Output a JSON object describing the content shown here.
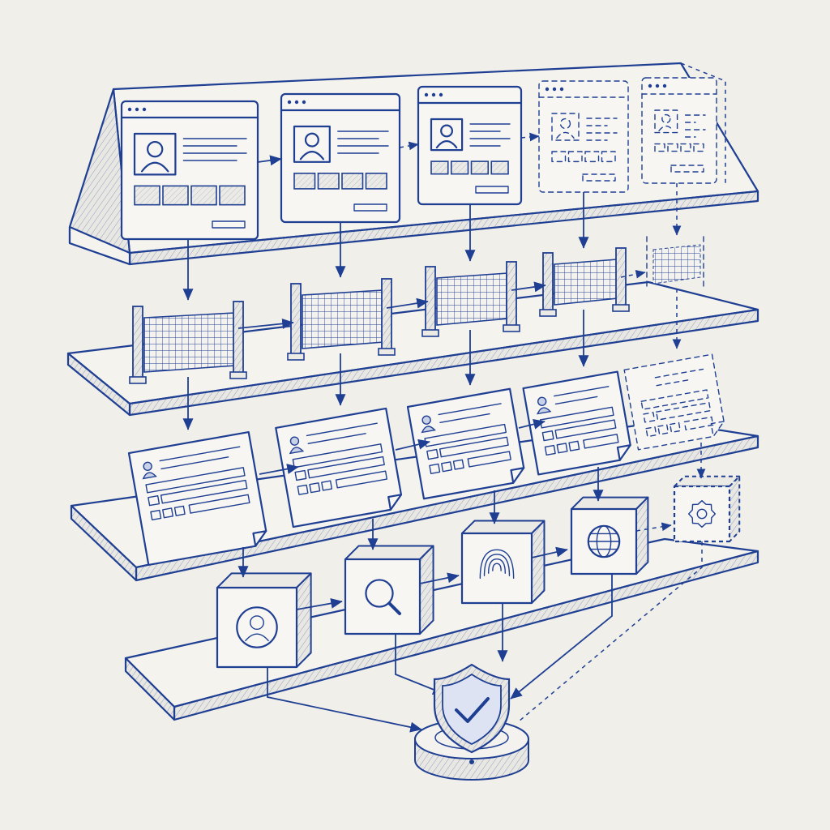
{
  "diagram": {
    "style": "isometric blueprint sketch",
    "colors": {
      "ink": "#1f3f93",
      "paper": "#f1efea"
    },
    "layers": [
      {
        "name": "ui-windows",
        "count": 5,
        "icon": "browser-window-icon",
        "last_dashed": true
      },
      {
        "name": "mesh-gates",
        "count": 5,
        "icon": "mesh-gate-icon",
        "last_dashed": true
      },
      {
        "name": "profile-documents",
        "count": 5,
        "icon": "profile-document-icon",
        "last_dashed": true
      },
      {
        "name": "service-cubes",
        "icons": [
          "user-icon",
          "search-icon",
          "fingerprint-icon",
          "globe-icon",
          "gear-icon"
        ],
        "last_dashed": true
      }
    ],
    "hub": {
      "icon": "shield-check-icon"
    }
  }
}
